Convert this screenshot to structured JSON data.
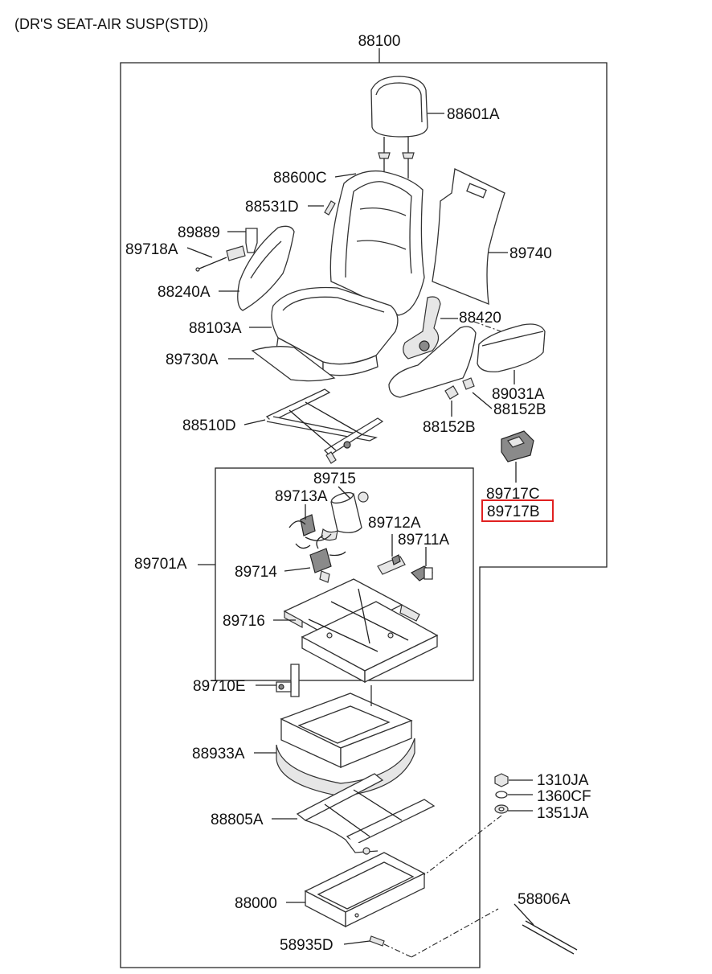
{
  "title": "(DR'S SEAT-AIR SUSP(STD))",
  "assembly_number": "88100",
  "highlighted_part": "89717B",
  "parts": {
    "p88601A": "88601A",
    "p88600C": "88600C",
    "p88531D": "88531D",
    "p89889": "89889",
    "p89718A": "89718A",
    "p89740": "89740",
    "p88240A": "88240A",
    "p88420": "88420",
    "p88103A": "88103A",
    "p89730A": "89730A",
    "p89031A": "89031A",
    "p88152B_right": "88152B",
    "p88152B_left": "88152B",
    "p88510D": "88510D",
    "p89715": "89715",
    "p89713A": "89713A",
    "p89717C": "89717C",
    "p89717B": "89717B",
    "p89712A": "89712A",
    "p89711A": "89711A",
    "p89701A": "89701A",
    "p89714": "89714",
    "p89716": "89716",
    "p89710E": "89710E",
    "p88933A": "88933A",
    "p1310JA": "1310JA",
    "p1360CF": "1360CF",
    "p1351JA": "1351JA",
    "p88805A": "88805A",
    "p58806A": "58806A",
    "p88000": "88000",
    "p58935D": "58935D"
  }
}
